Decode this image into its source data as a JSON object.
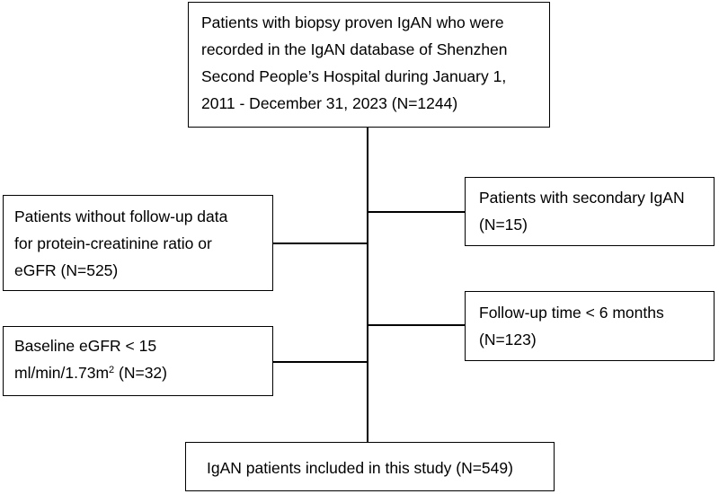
{
  "flowchart": {
    "top_box": {
      "lines": [
        "Patients with biopsy proven IgAN who were",
        "recorded in the IgAN database of Shenzhen",
        "Second People’s Hospital during January 1,",
        "2011 - December 31, 2023 (N=1244)"
      ]
    },
    "exclusions_left": [
      {
        "lines": [
          "Patients without follow-up data",
          "for protein-creatinine ratio or",
          "eGFR (N=525)"
        ]
      },
      {
        "line1": "Baseline eGFR < 15",
        "line2_prefix": "ml/min/1.73m",
        "line2_sup": "2",
        "line2_suffix": " (N=32)"
      }
    ],
    "exclusions_right": [
      {
        "lines": [
          "Patients with secondary IgAN",
          "(N=15)"
        ]
      },
      {
        "lines": [
          "Follow-up time < 6 months",
          "(N=123)"
        ]
      }
    ],
    "bottom_box": {
      "text": "IgAN patients included in this study (N=549)"
    }
  }
}
